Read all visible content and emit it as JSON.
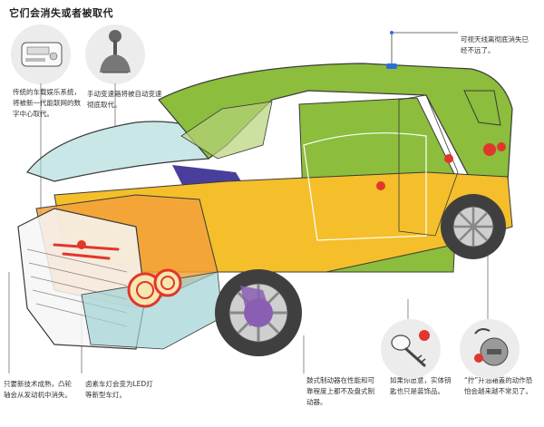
{
  "title": "它们会消失或者被取代",
  "notes": {
    "radio": "传统的车载娱乐系统，将被新一代能联网的数字中心取代。",
    "shifter": "手动变速箱将被自动变速彻底取代。",
    "antenna": "可视天线离彻底消失已经不远了。",
    "axle": "只要新技术成熟，凸轮轴会从发动机中消失。",
    "bulb": "卤素车灯会变为LED灯等新型车灯。",
    "drum": "鼓式制动器在性能和可靠程度上都不及盘式制动器。",
    "key": "如果你愿意，实体钥匙也只是装饰品。",
    "fuelcap": "“拧”开油箱盖的动作恐怕会越来越不常见了。"
  },
  "colors": {
    "cabin": "#8cbd3c",
    "cabin_dark": "#6a9a26",
    "floor": "#f4bf2a",
    "engine": "#f2a13a",
    "glass": "#9fd3d6",
    "body_white": "#f6f6f6",
    "outline": "#3a3a3a",
    "red": "#e2362c",
    "purple": "#8a5fb3",
    "antenna_blue": "#2b6fd6"
  }
}
